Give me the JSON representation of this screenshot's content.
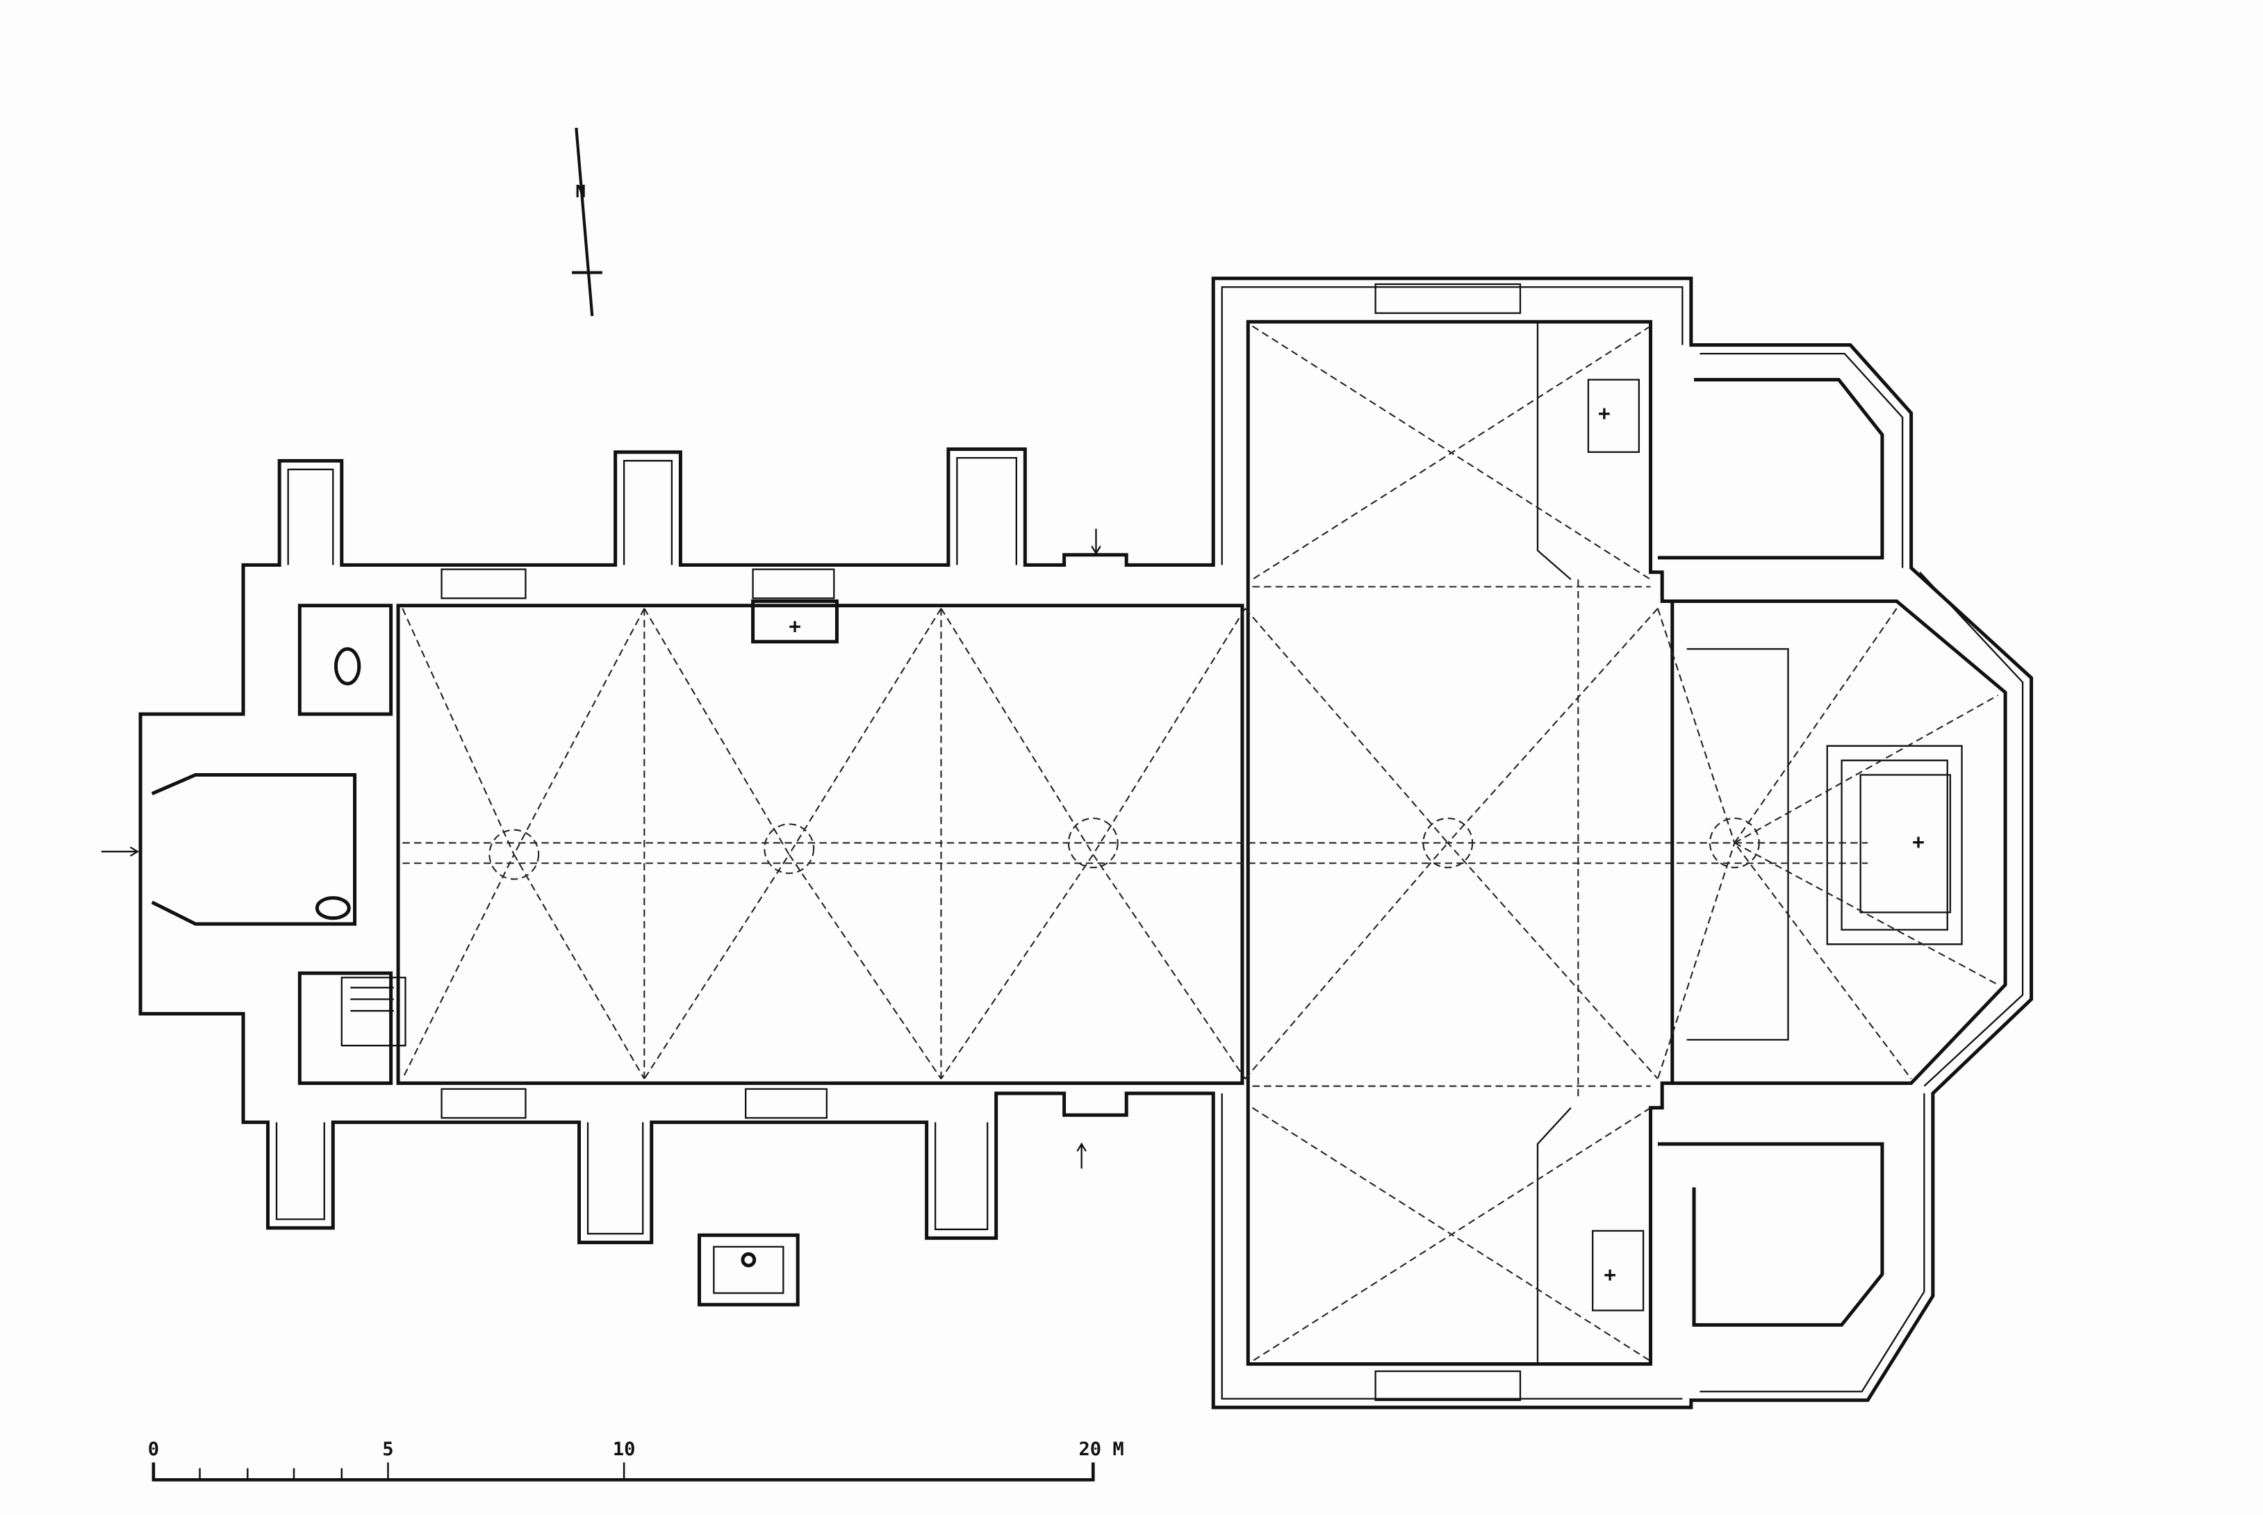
{
  "title": "Church floor plan",
  "north_arrow": {
    "label": "N"
  },
  "scale_bar": {
    "labels": [
      "0",
      "5",
      "10",
      "20 M"
    ],
    "unit": "M",
    "max_value": 20,
    "minor_ticks": [
      1,
      2,
      3,
      4
    ]
  },
  "altar_symbol": "+",
  "colors": {
    "ink": "#111111",
    "paper": "#fdfdfd"
  }
}
